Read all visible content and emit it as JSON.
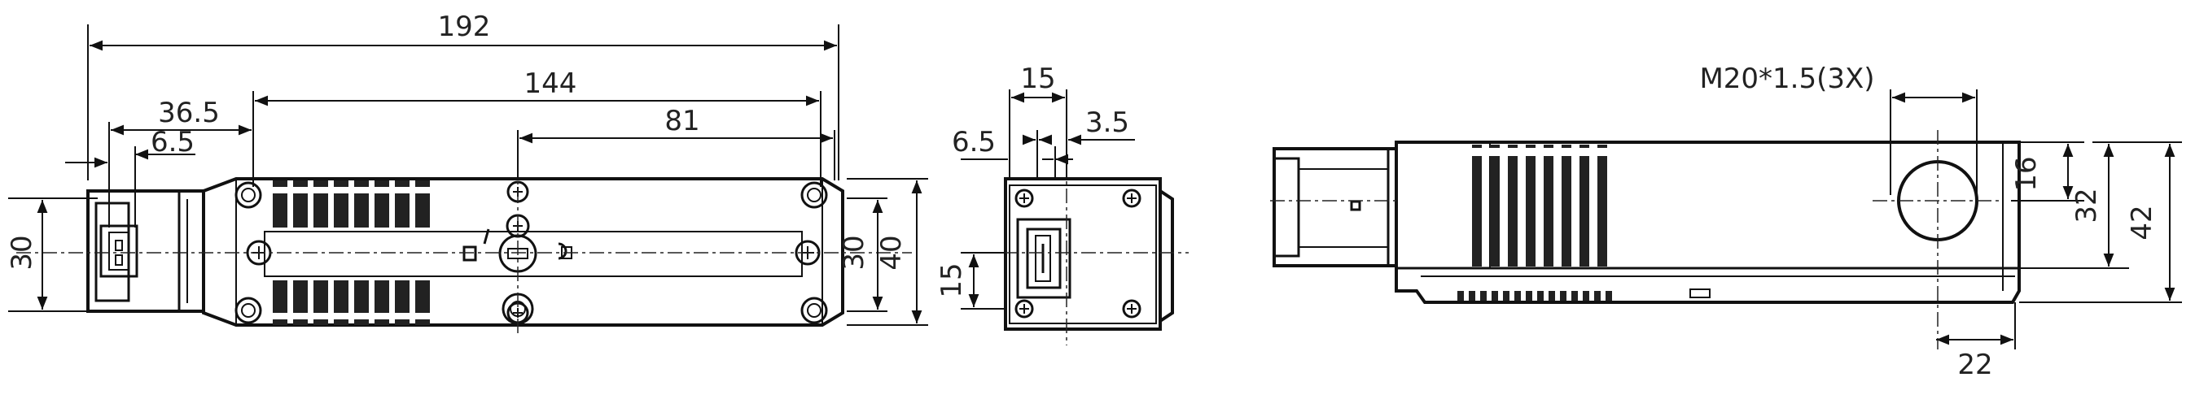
{
  "views": {
    "front": {
      "dims": {
        "overall_length": "192",
        "body_length": "144",
        "slot_to_end": "81",
        "connector_offset": "36.5",
        "connector_small": "6.5",
        "left_height": "30",
        "right_height_inner": "30",
        "right_height_outer": "40"
      }
    },
    "side": {
      "dims": {
        "width": "15",
        "offset_left": "6.5",
        "offset_right": "3.5",
        "height_lower": "15"
      }
    },
    "top": {
      "dims": {
        "thread": "M20*1.5(3X)",
        "h16": "16",
        "h32": "32",
        "h42": "42",
        "bottom": "22"
      }
    }
  }
}
